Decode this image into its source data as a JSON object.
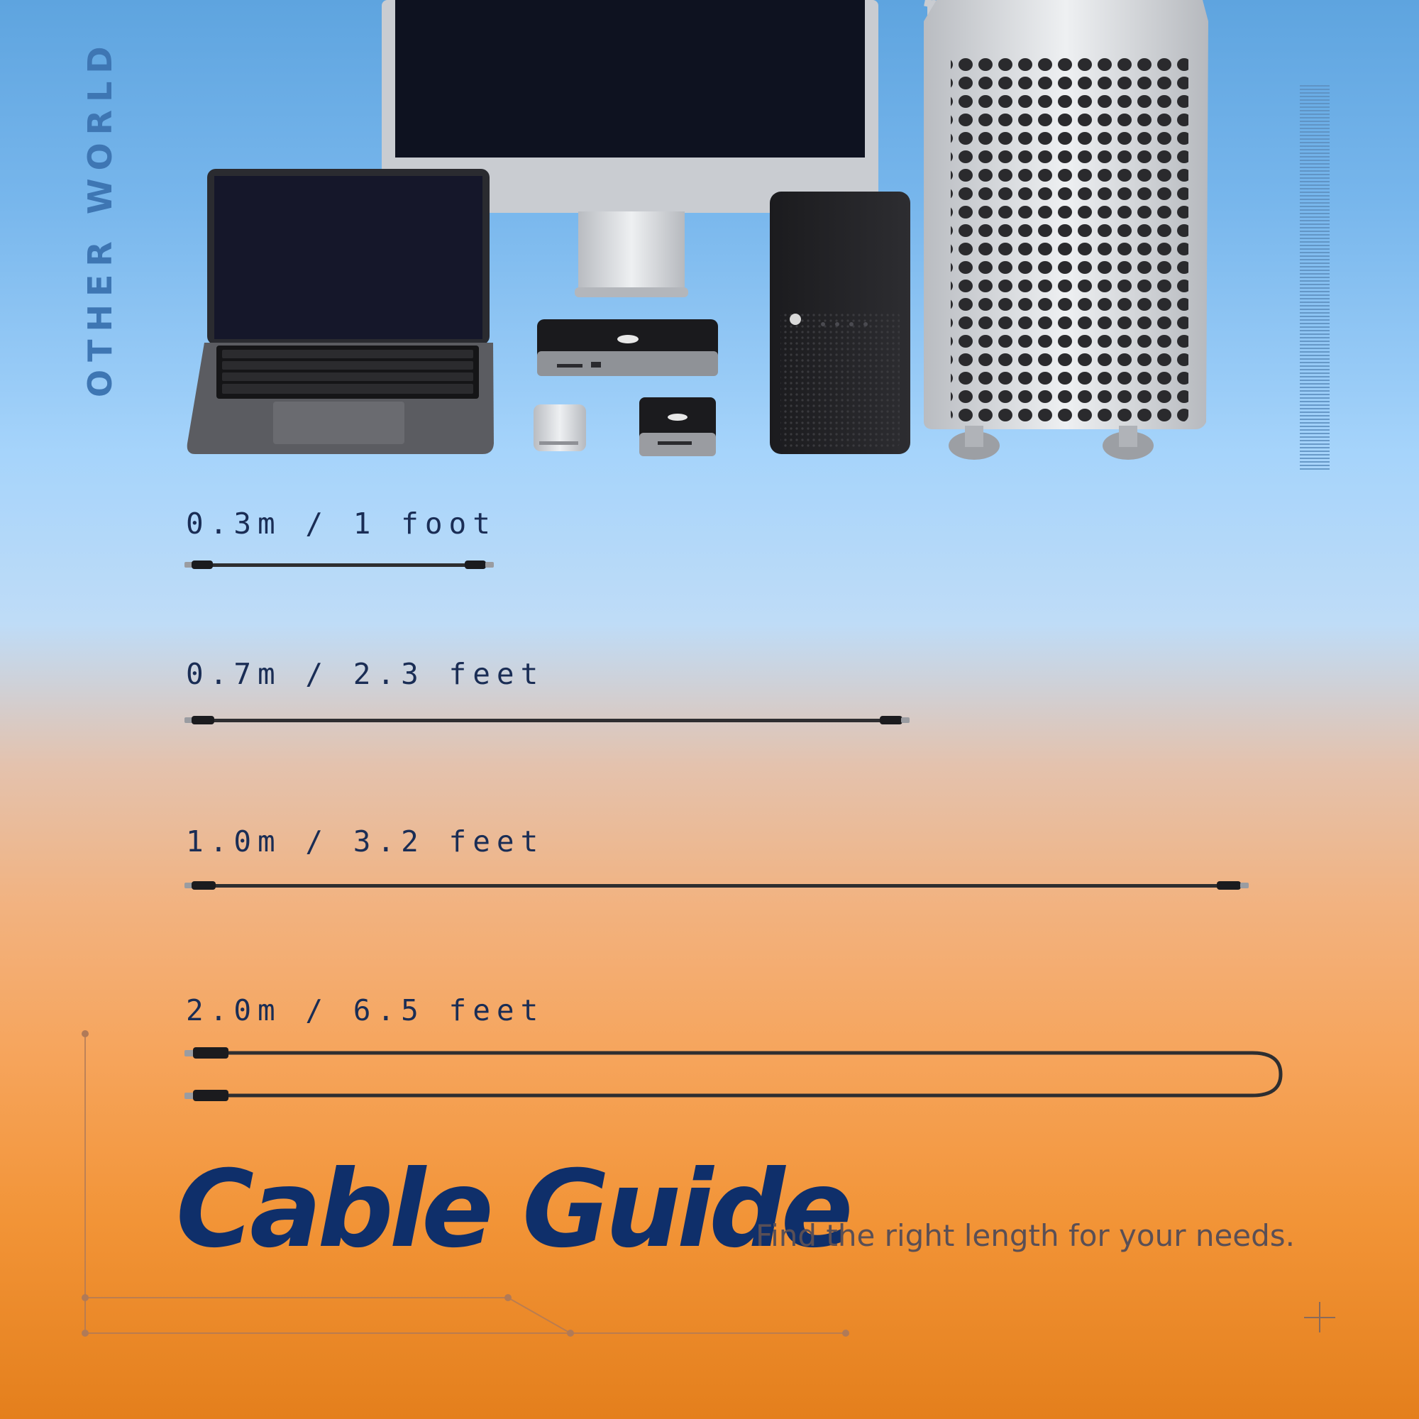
{
  "brand": {
    "wordmark": "OTHER WORLD"
  },
  "cables": [
    {
      "label": "0.3m / 1 foot"
    },
    {
      "label": "0.7m / 2.3 feet"
    },
    {
      "label": "1.0m / 3.2 feet"
    },
    {
      "label": "2.0m / 6.5 feet"
    }
  ],
  "headline": {
    "title": "Cable Guide",
    "subtitle": "Find the right length for your needs."
  },
  "colors": {
    "title": "#0f2f6a",
    "label": "#1a2d55",
    "brand": "#3e76b3",
    "cable": "#2e2e30"
  }
}
